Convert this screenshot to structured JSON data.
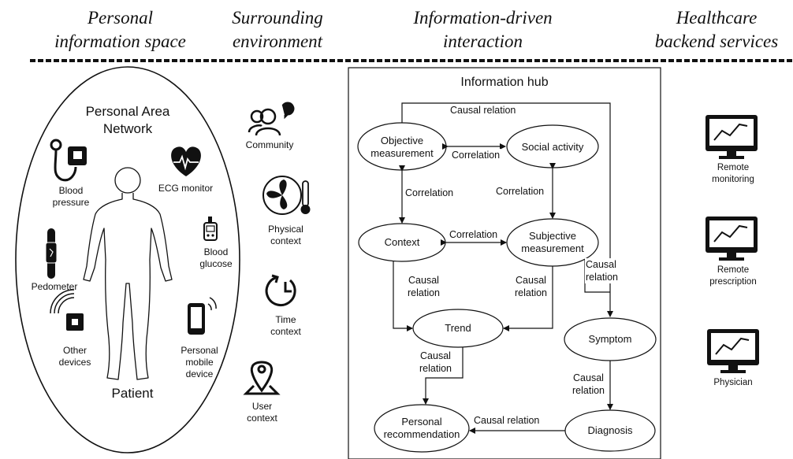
{
  "headers": {
    "personal_space": [
      "Personal",
      "information space"
    ],
    "environment": [
      "Surrounding",
      "environment"
    ],
    "interaction": [
      "Information-driven",
      "interaction"
    ],
    "backend": [
      "Healthcare",
      "backend services"
    ]
  },
  "pan": {
    "title": [
      "Personal Area",
      "Network"
    ],
    "patient": "Patient",
    "devices": {
      "blood_pressure": [
        "Blood",
        "pressure"
      ],
      "ecg": "ECG monitor",
      "blood_glucose": [
        "Blood",
        "glucose"
      ],
      "pedometer": "Pedometer",
      "other": [
        "Other",
        "devices"
      ],
      "mobile": [
        "Personal",
        "mobile",
        "device"
      ]
    }
  },
  "environment": {
    "community": "Community",
    "physical": [
      "Physical",
      "context"
    ],
    "time": [
      "Time",
      "context"
    ],
    "user": [
      "User",
      "context"
    ]
  },
  "hub": {
    "title": "Information hub",
    "nodes": {
      "objective": [
        "Objective",
        "measurement"
      ],
      "social": "Social activity",
      "context": "Context",
      "subjective": [
        "Subjective",
        "measurement"
      ],
      "trend": "Trend",
      "symptom": "Symptom",
      "personal": [
        "Personal",
        "recommendation"
      ],
      "diagnosis": "Diagnosis"
    },
    "edges": {
      "causal_top": "Causal relation",
      "corr_obj_social": "Correlation",
      "corr_left": "Correlation",
      "corr_right": "Correlation",
      "corr_mid": "Correlation",
      "causal_context": [
        "Causal",
        "relation"
      ],
      "causal_subj": [
        "Causal",
        "relation"
      ],
      "causal_subj_symptom": [
        "Causal",
        "relation"
      ],
      "causal_trend": [
        "Causal",
        "relation"
      ],
      "causal_symptom": [
        "Causal",
        "relation"
      ],
      "causal_diag": "Causal relation"
    }
  },
  "backend": {
    "remote_monitoring": [
      "Remote",
      "monitoring"
    ],
    "remote_prescription": [
      "Remote",
      "prescription"
    ],
    "physician": "Physician"
  }
}
